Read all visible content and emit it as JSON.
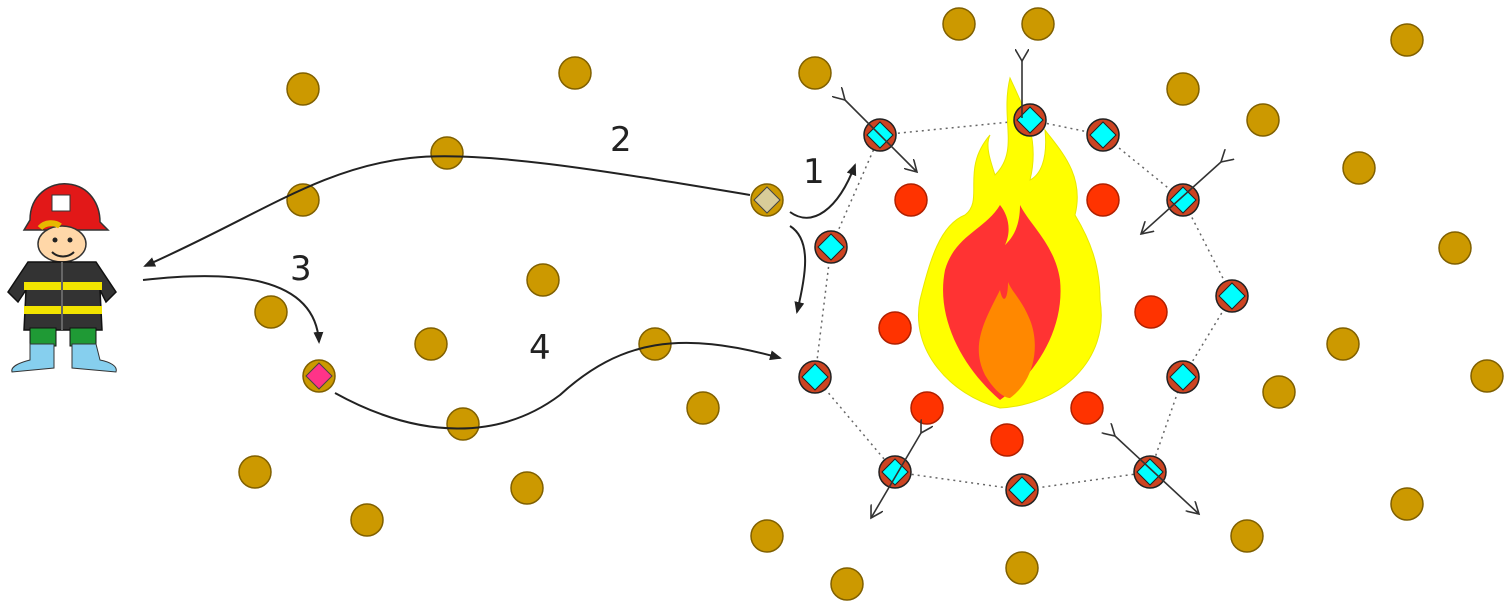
{
  "labels": {
    "step1": "1",
    "step2": "2",
    "step3": "3",
    "step4": "4"
  },
  "colors": {
    "sensor": "#cc9900",
    "burning": "#ff3300",
    "boundary": "#00ffff",
    "boundary_ring": "#cc4422",
    "informer": "#d8cc99",
    "alerted": "#ff3388",
    "arrow": "#222222",
    "flame_outer": "#ffff00",
    "flame_middle": "#ff3333",
    "flame_core": "#ff8800"
  },
  "icons": {
    "firefighter": "firefighter-icon",
    "fire": "fire-icon"
  }
}
